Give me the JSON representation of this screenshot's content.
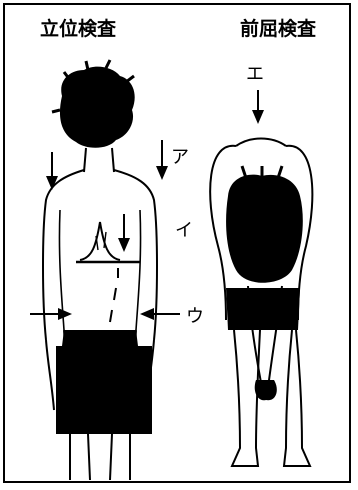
{
  "titles": {
    "standing": "立位検査",
    "forward_bend": "前屈検査"
  },
  "labels": {
    "a": "ア",
    "i": "イ",
    "u": "ウ",
    "e": "エ"
  }
}
